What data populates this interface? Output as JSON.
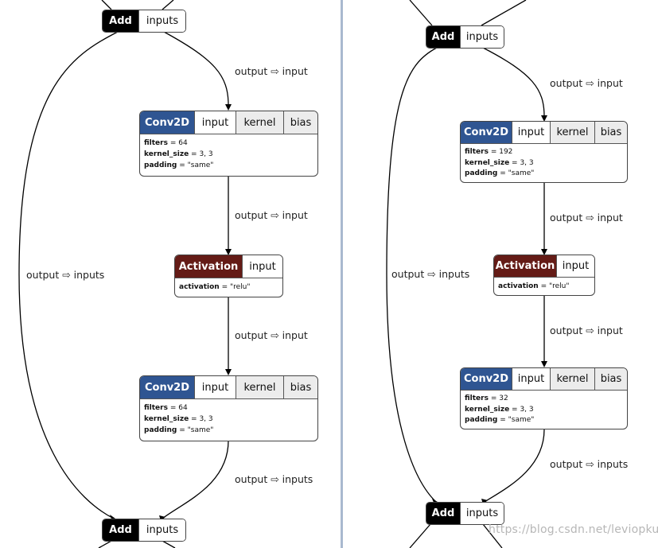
{
  "left": {
    "add_top": {
      "title": "Add",
      "port": "inputs"
    },
    "conv1": {
      "title": "Conv2D",
      "ports": [
        "input",
        "kernel",
        "bias"
      ],
      "attrs": [
        {
          "key": "filters",
          "value": "64"
        },
        {
          "key": "kernel_size",
          "value": "3, 3"
        },
        {
          "key": "padding",
          "value": "\"same\""
        }
      ]
    },
    "act": {
      "title": "Activation",
      "port": "input",
      "attrs": [
        {
          "key": "activation",
          "value": "\"relu\""
        }
      ]
    },
    "conv2": {
      "title": "Conv2D",
      "ports": [
        "input",
        "kernel",
        "bias"
      ],
      "attrs": [
        {
          "key": "filters",
          "value": "64"
        },
        {
          "key": "kernel_size",
          "value": "3, 3"
        },
        {
          "key": "padding",
          "value": "\"same\""
        }
      ]
    },
    "add_bottom": {
      "title": "Add",
      "port": "inputs"
    },
    "labels": {
      "e1": "output ⇨ input",
      "e2": "output ⇨ input",
      "e3": "output ⇨ input",
      "e4": "output ⇨ inputs",
      "skip": "output ⇨ inputs"
    }
  },
  "right": {
    "add_top": {
      "title": "Add",
      "port": "inputs"
    },
    "conv1": {
      "title": "Conv2D",
      "ports": [
        "input",
        "kernel",
        "bias"
      ],
      "attrs": [
        {
          "key": "filters",
          "value": "192"
        },
        {
          "key": "kernel_size",
          "value": "3, 3"
        },
        {
          "key": "padding",
          "value": "\"same\""
        }
      ]
    },
    "act": {
      "title": "Activation",
      "port": "input",
      "attrs": [
        {
          "key": "activation",
          "value": "\"relu\""
        }
      ]
    },
    "conv2": {
      "title": "Conv2D",
      "ports": [
        "input",
        "kernel",
        "bias"
      ],
      "attrs": [
        {
          "key": "filters",
          "value": "32"
        },
        {
          "key": "kernel_size",
          "value": "3, 3"
        },
        {
          "key": "padding",
          "value": "\"same\""
        }
      ]
    },
    "add_bottom": {
      "title": "Add",
      "port": "inputs"
    },
    "labels": {
      "e1": "output ⇨ input",
      "e2": "output ⇨ input",
      "e3": "output ⇨ input",
      "e4": "output ⇨ inputs",
      "skip": "output ⇨ inputs"
    }
  },
  "watermark": "https://blog.csdn.net/leviopku",
  "colors": {
    "add": "#000000",
    "conv2d": "#2f5592",
    "activation": "#641b16",
    "port_grey": "#ececec",
    "divider": "#a9b9cf"
  }
}
